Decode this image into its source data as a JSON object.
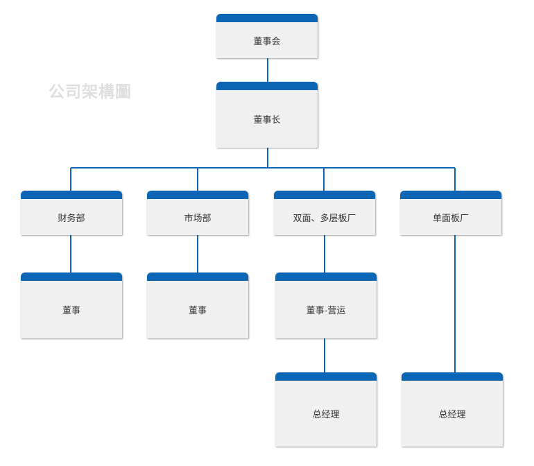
{
  "watermark": "公司架構圖",
  "colors": {
    "header": "#0d66b5",
    "line": "#0d66b5",
    "box_fill": "#f0f0f0"
  },
  "nodes": {
    "board": "董事会",
    "chairman": "董事长",
    "finance": "财务部",
    "marketing": "市场部",
    "double_layer": "双面、多层板厂",
    "single_layer": "单面板厂",
    "finance_director": "董事",
    "marketing_director": "董事",
    "operations_director": "董事-营运",
    "gm_double": "总经理",
    "gm_single": "总经理"
  }
}
